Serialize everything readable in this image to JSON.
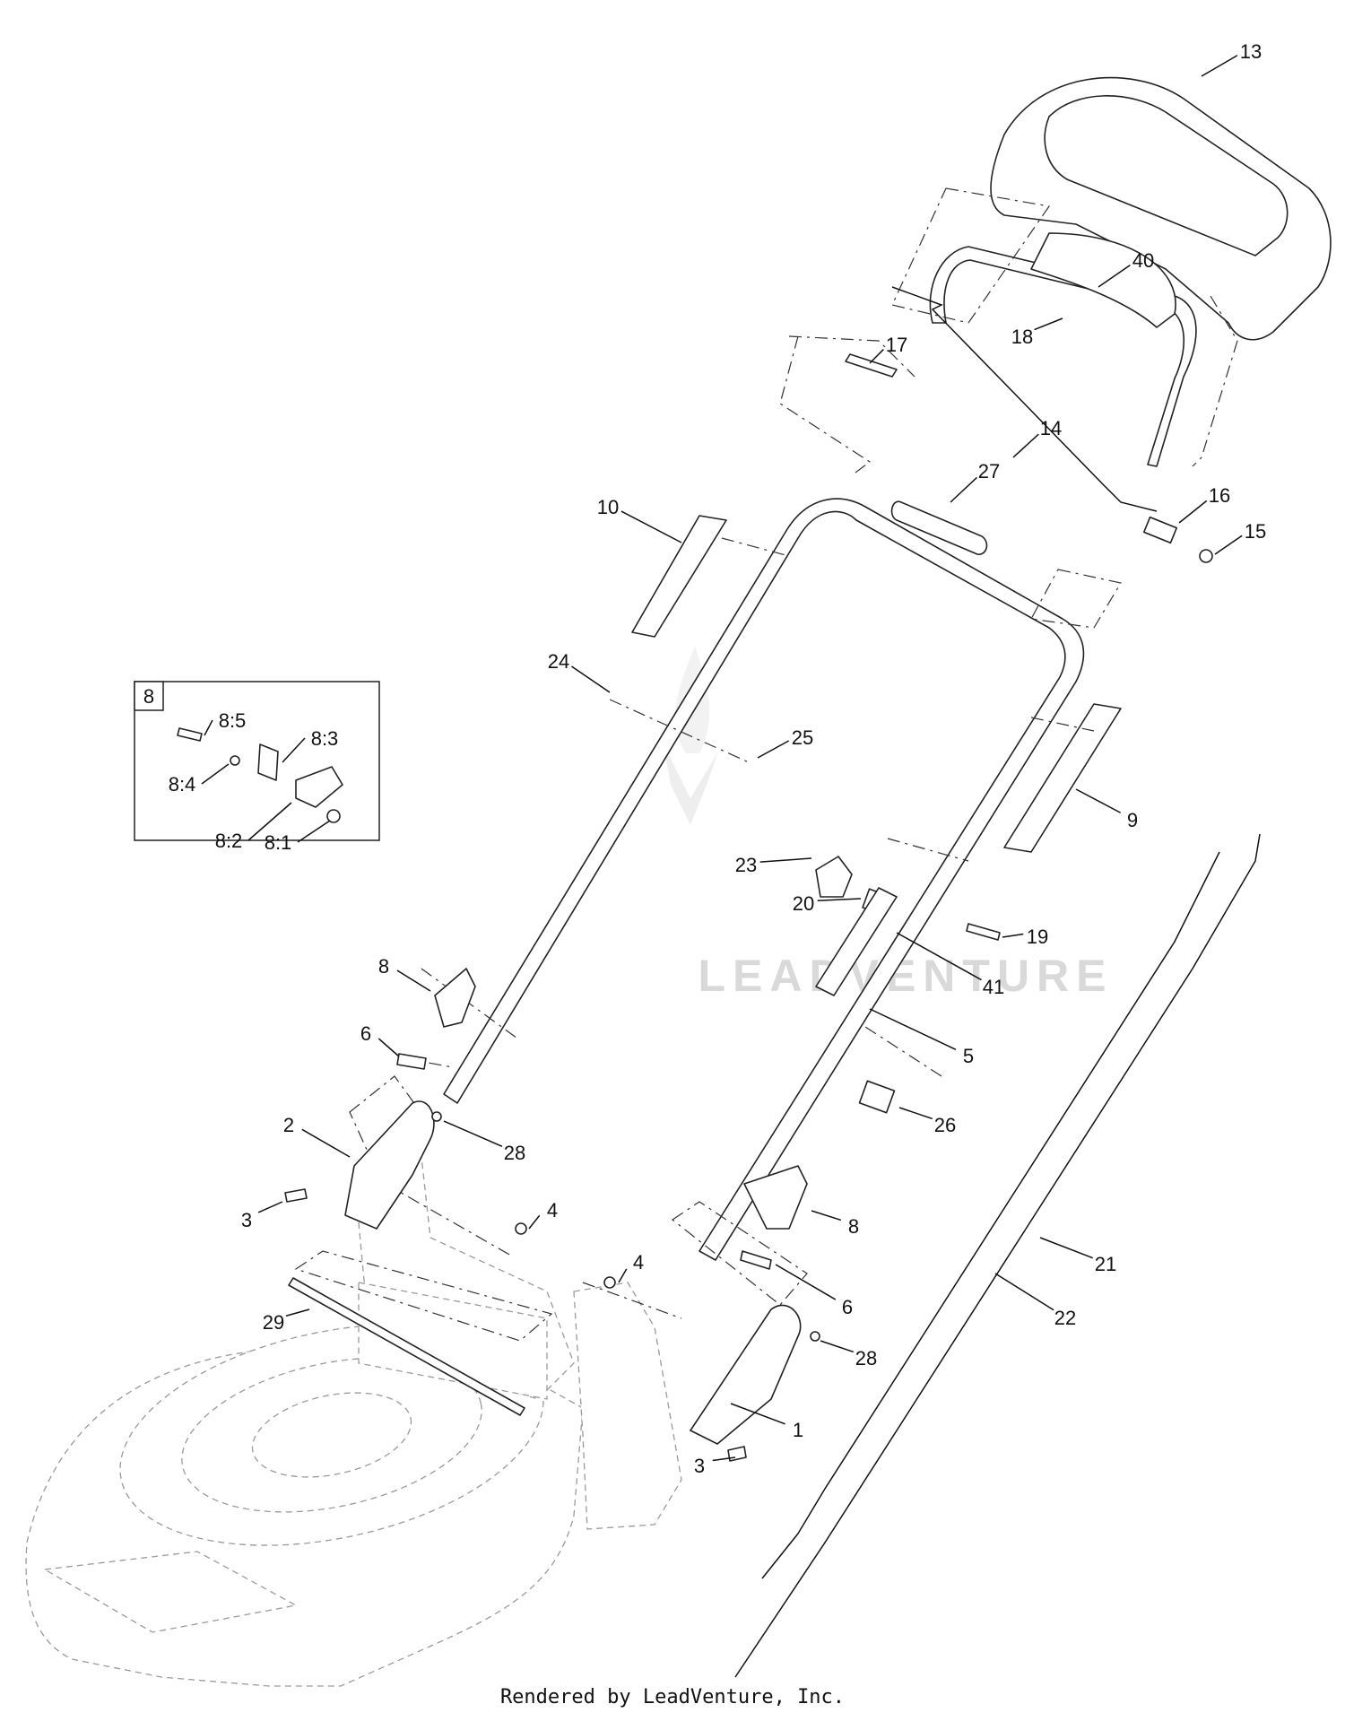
{
  "callouts": [
    {
      "id": "13",
      "text": "13"
    },
    {
      "id": "40",
      "text": "40"
    },
    {
      "id": "18",
      "text": "18"
    },
    {
      "id": "17",
      "text": "17"
    },
    {
      "id": "14",
      "text": "14"
    },
    {
      "id": "10",
      "text": "10"
    },
    {
      "id": "27",
      "text": "27"
    },
    {
      "id": "16",
      "text": "16"
    },
    {
      "id": "15",
      "text": "15"
    },
    {
      "id": "24",
      "text": "24"
    },
    {
      "id": "25",
      "text": "25"
    },
    {
      "id": "9",
      "text": "9"
    },
    {
      "id": "23",
      "text": "23"
    },
    {
      "id": "20",
      "text": "20"
    },
    {
      "id": "19",
      "text": "19"
    },
    {
      "id": "41",
      "text": "41"
    },
    {
      "id": "8a",
      "text": "8"
    },
    {
      "id": "5",
      "text": "5"
    },
    {
      "id": "6a",
      "text": "6"
    },
    {
      "id": "26",
      "text": "26"
    },
    {
      "id": "2",
      "text": "2"
    },
    {
      "id": "28a",
      "text": "28"
    },
    {
      "id": "3a",
      "text": "3"
    },
    {
      "id": "4a",
      "text": "4"
    },
    {
      "id": "8b",
      "text": "8"
    },
    {
      "id": "21",
      "text": "21"
    },
    {
      "id": "4b",
      "text": "4"
    },
    {
      "id": "6b",
      "text": "6"
    },
    {
      "id": "29",
      "text": "29"
    },
    {
      "id": "22",
      "text": "22"
    },
    {
      "id": "28b",
      "text": "28"
    },
    {
      "id": "1",
      "text": "1"
    },
    {
      "id": "3b",
      "text": "3"
    }
  ],
  "inset": {
    "title": "8",
    "labels": [
      "8:5",
      "8:3",
      "8:4",
      "8:2",
      "8:1"
    ]
  },
  "watermark": "LEADVENTURE",
  "footer": "Rendered by LeadVenture, Inc."
}
